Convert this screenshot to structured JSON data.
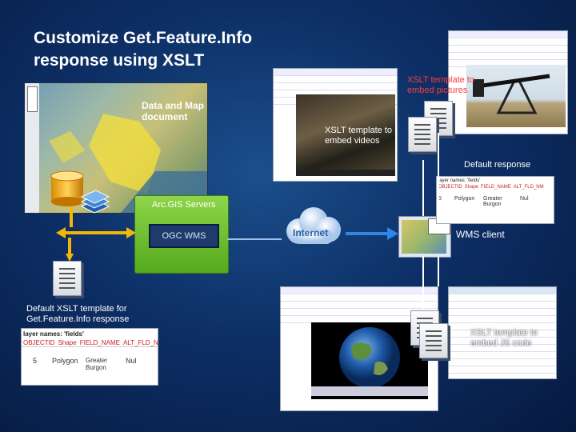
{
  "title": {
    "line1": "Customize Get.Feature.Info",
    "line2": "response using XSLT"
  },
  "labels": {
    "data_map_doc": {
      "line1": "Data and Map",
      "line2": "document"
    },
    "arcgis_servers": "Arc.GIS Servers",
    "ogc_wms": "OGC WMS",
    "internet": "Internet",
    "wms_client": "WMS client",
    "xslt_pictures": {
      "line1": "XSLT template to",
      "line2": "embed pictures"
    },
    "xslt_videos": {
      "line1": "XSLT template to",
      "line2": "embed videos"
    },
    "default_response": "Default response",
    "default_xslt": {
      "line1": "Default XSLT template for",
      "line2": "Get.Feature.Info response"
    },
    "xslt_js": {
      "line1": "XSLT template to",
      "line2": "embed JS code"
    }
  },
  "feature_table": {
    "layer_name": "layer names: 'fields'",
    "headers": [
      "OBJECTID",
      "Shape",
      "FIELD_NAME",
      "ALT_FLD_NM"
    ],
    "row": [
      "5",
      "Polygon",
      "Greater Burgon",
      "Nul"
    ]
  },
  "colors": {
    "accent_yellow": "#f2b705",
    "server_green": "#6cbf2e",
    "header_red": "#cc2222"
  }
}
